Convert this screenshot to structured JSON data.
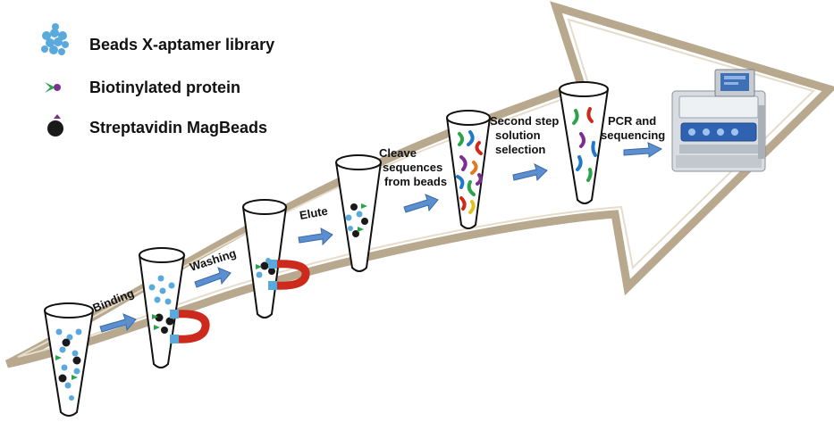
{
  "legend": {
    "items": [
      {
        "label": "Beads X-aptamer library",
        "icon": "beads-cluster-icon"
      },
      {
        "label": "Biotinylated protein",
        "icon": "protein-y-icon"
      },
      {
        "label": "Streptavidin MagBeads",
        "icon": "magbead-icon"
      }
    ]
  },
  "steps": {
    "binding": "Binding",
    "washing": "Washing",
    "elute": "Elute",
    "cleave": [
      "Cleave",
      "sequences",
      "from beads"
    ],
    "second": [
      "Second step",
      "solution",
      "selection"
    ],
    "pcr": [
      "PCR and",
      "sequencing"
    ]
  },
  "colors": {
    "big_arrow_outline": "#b7a88e",
    "step_arrow": "#5b8fcf",
    "bead": "#5aa9dd",
    "magbead": "#1a1a1a",
    "magnet": "#cc2a1d",
    "protein_green": "#2ba34b",
    "protein_purple": "#7c2f8c"
  }
}
